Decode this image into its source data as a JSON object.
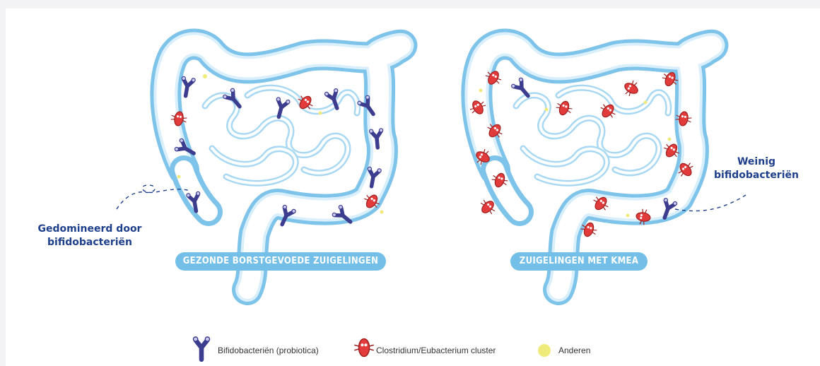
{
  "panels": {
    "left": {
      "banner": "GEZONDE BORSTGEVOEDE ZUIGELINGEN"
    },
    "right": {
      "banner": "ZUIGELINGEN MET KMEA"
    }
  },
  "callouts": {
    "left": {
      "line1": "Gedomineerd door",
      "line2": "bifidobacteriën"
    },
    "right": {
      "line1": "Weinig",
      "line2": "bifidobacteriën"
    }
  },
  "legend": {
    "bifido": {
      "label": "Bifidobacteriën (probiotica)",
      "icon": "bifidobacterium-icon",
      "color": "#3d3d8f"
    },
    "clostridium": {
      "label": "Clostridium/Eubacterium cluster",
      "icon": "clostridium-icon",
      "color": "#e23b3b"
    },
    "other": {
      "label": "Anderen",
      "icon": "other-bacteria-dot-icon",
      "color": "#f0ea7a"
    }
  },
  "colors": {
    "intestine_outline": "#7ec3ea",
    "banner": "#73bfe8",
    "callout_text": "#1d3f8c"
  }
}
